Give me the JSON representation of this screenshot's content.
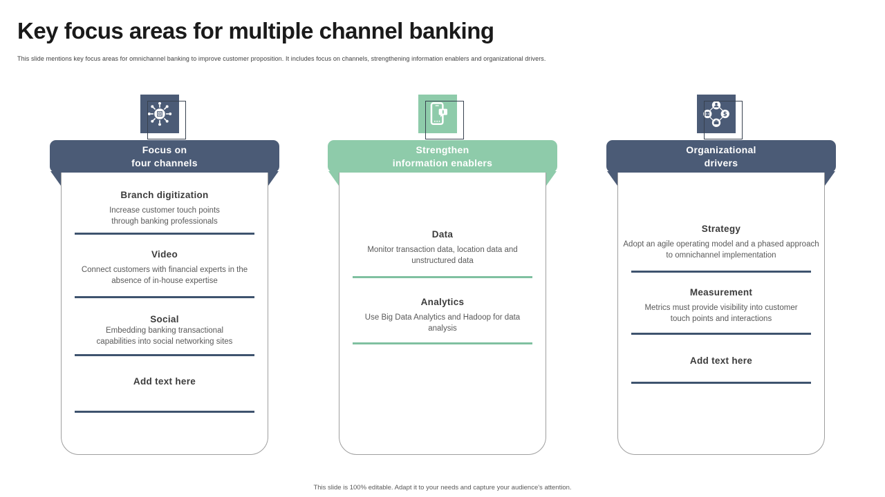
{
  "slide": {
    "title": "Key focus areas for multiple channel banking",
    "subtitle": "This slide mentions key focus areas for omnichannel banking  to improve customer proposition.  It includes  focus on channels, strengthening information enablers and  organizational drivers.",
    "footer": "This slide is 100% editable. Adapt it to your needs and capture your audience's attention."
  },
  "colors": {
    "dark_header": "#4b5b76",
    "dark_divider": "#3e536e",
    "green_header": "#8ecbaa",
    "green_divider": "#7fc0a0",
    "card_border": "#9e9e9e"
  },
  "columns": [
    {
      "id": "focus-four-channels",
      "theme": "dark",
      "icon": "network-channels-icon",
      "header_line1": "Focus on",
      "header_line2": "four channels",
      "sections": [
        {
          "heading": "Branch digitization",
          "body": "Increase  customer  touch points  through  banking professionals"
        },
        {
          "heading": "Video",
          "body": "Connect  customers  with financial  experts in  the  absence  of in-house  expertise"
        },
        {
          "heading": "Social",
          "body": "Embedding  banking  transactional capabilities  into  social  networking sites"
        },
        {
          "heading": "Add text here",
          "body": ""
        }
      ]
    },
    {
      "id": "strengthen-information-enablers",
      "theme": "green",
      "icon": "mobile-chat-icon",
      "header_line1": "Strengthen",
      "header_line2": "information enablers",
      "sections": [
        {
          "heading": "Data",
          "body": "Monitor  transaction  data,  location  data and  unstructured  data"
        },
        {
          "heading": "Analytics",
          "body": "Use  Big  Data  Analytics  and  Hadoop for  data  analysis"
        }
      ]
    },
    {
      "id": "organizational-drivers",
      "theme": "dark",
      "icon": "organization-cycle-icon",
      "header_line1": "Organizational",
      "header_line2": "drivers",
      "sections": [
        {
          "heading": "Strategy",
          "body": "Adopt  an  agile  operating  model  and  a  phased approach  to omnichannel  implementation"
        },
        {
          "heading": "Measurement",
          "body": "Metrics  must  provide  visibility  into customer  touch  points  and  interactions"
        },
        {
          "heading": "Add text here",
          "body": ""
        }
      ]
    }
  ]
}
